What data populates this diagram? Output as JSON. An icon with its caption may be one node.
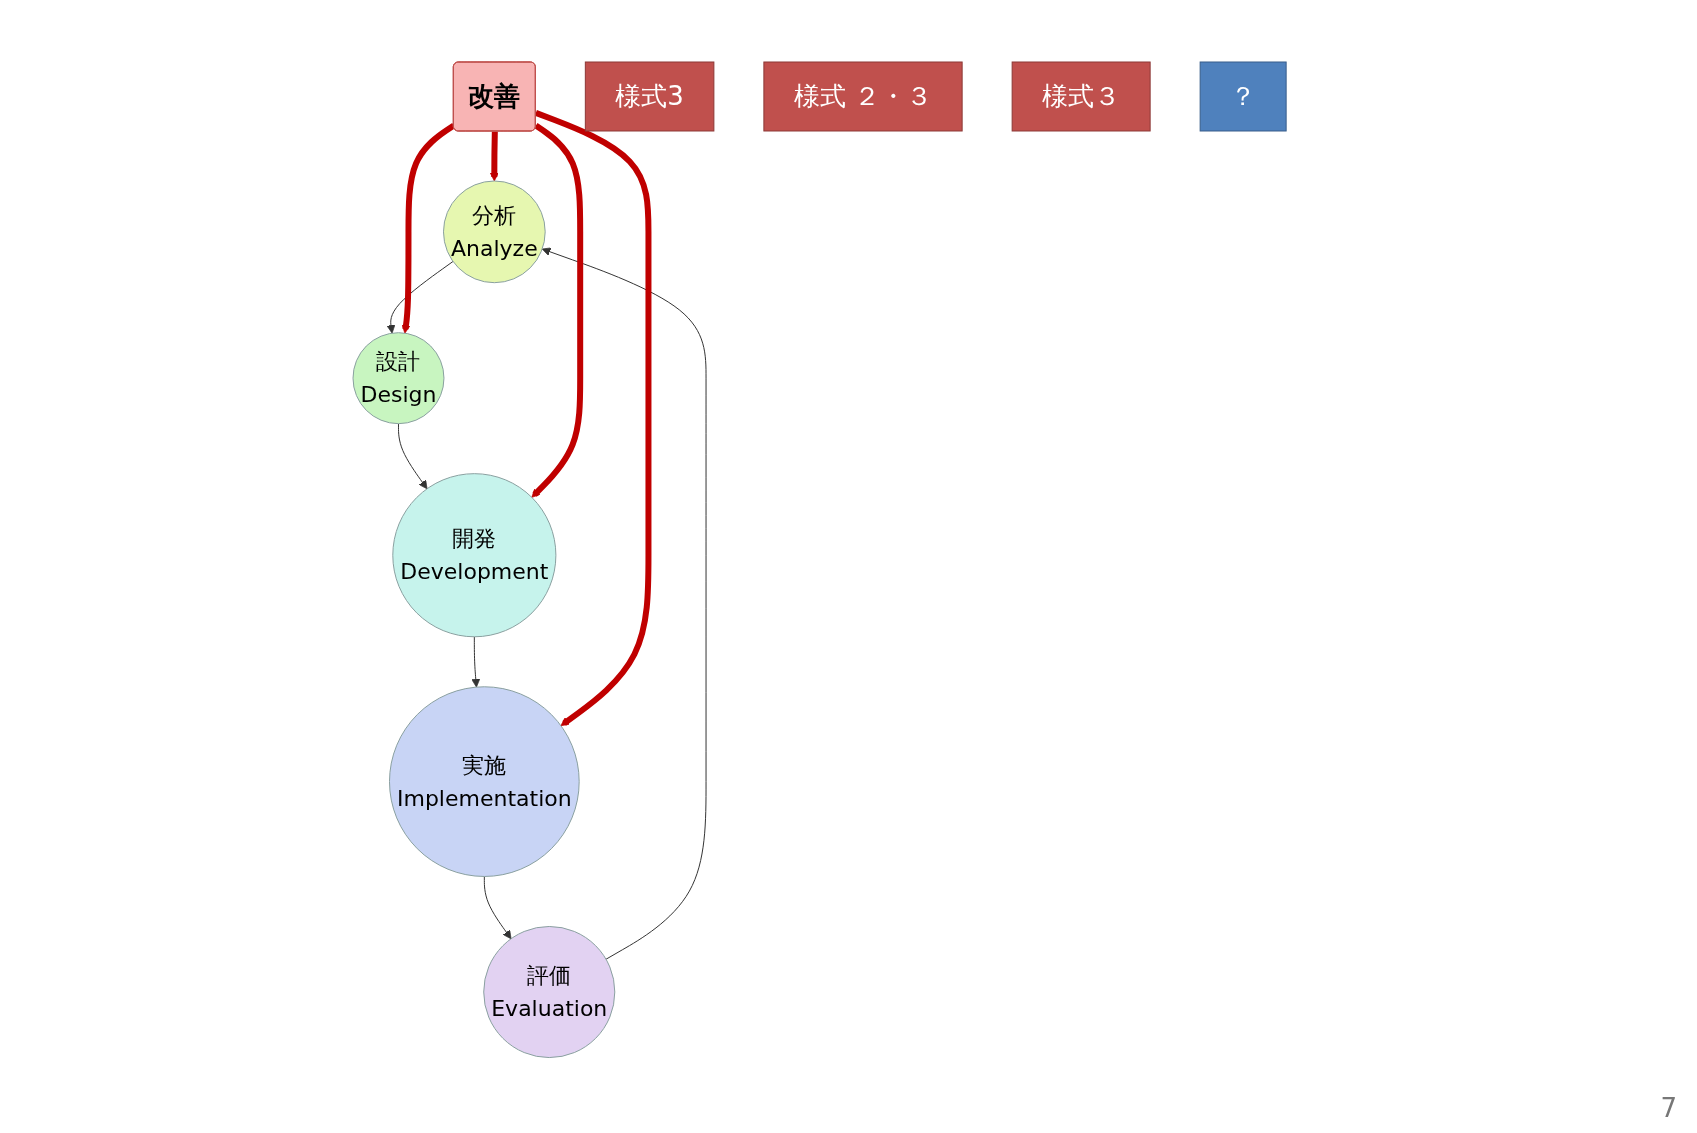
{
  "diagram": {
    "nodes": [
      {
        "text": [
          "分析",
          "Analyze"
        ]
      },
      {
        "text": [
          "設計",
          "Design"
        ]
      },
      {
        "text": [
          "開発",
          "Development"
        ]
      },
      {
        "text": [
          "実施",
          "Implementation"
        ]
      },
      {
        "text": [
          "評価",
          "Evaluation"
        ]
      },
      {
        "text": [
          "改善"
        ]
      },
      {
        "text": [
          "様式3"
        ]
      },
      {
        "text": [
          "様式 ２・３"
        ]
      },
      {
        "text": [
          "様式３"
        ]
      },
      {
        "text": [
          "？"
        ]
      }
    ],
    "edges": [
      {
        "from": 0,
        "to": 1,
        "arrow": "to"
      },
      {
        "from": 1,
        "to": 2,
        "arrow": "to"
      },
      {
        "from": 2,
        "to": 3,
        "arrow": "to"
      },
      {
        "from": 3,
        "to": 4,
        "arrow": "to"
      },
      {
        "from": 4,
        "to": 0,
        "arrow": "to"
      },
      {
        "from": 5,
        "to": 0,
        "arrow": "to",
        "style": "thick",
        "color": "#c00000"
      },
      {
        "from": 5,
        "to": 1,
        "arrow": "to",
        "style": "thick",
        "color": "#c00000"
      },
      {
        "from": 5,
        "to": 2,
        "arrow": "to",
        "style": "thick",
        "color": "#c00000"
      },
      {
        "from": 5,
        "to": 3,
        "arrow": "to",
        "style": "thick",
        "color": "#c00000"
      }
    ],
    "labels": [
      "7"
    ]
  }
}
